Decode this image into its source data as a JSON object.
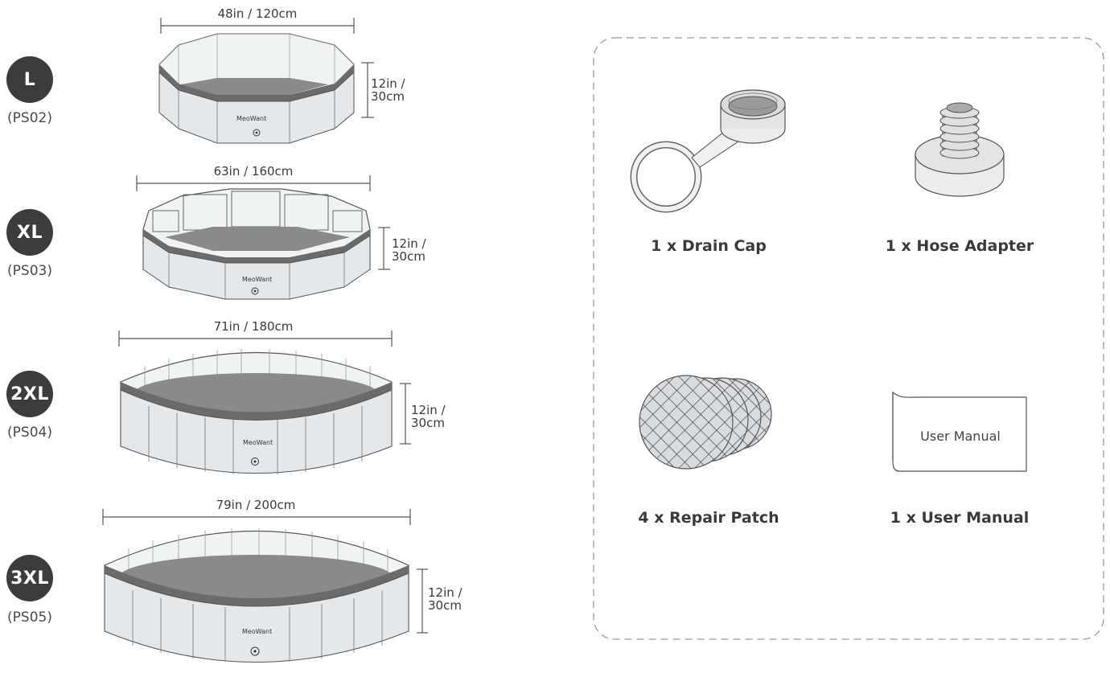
{
  "sizes": [
    {
      "badge": "L",
      "code": "(PS02)",
      "width": "48in / 120cm",
      "height_line1": "12in /",
      "height_line2": "30cm",
      "brand": "MeoWant"
    },
    {
      "badge": "XL",
      "code": "(PS03)",
      "width": "63in / 160cm",
      "height_line1": "12in /",
      "height_line2": "30cm",
      "brand": "MeoWant"
    },
    {
      "badge": "2XL",
      "code": "(PS04)",
      "width": "71in / 180cm",
      "height_line1": "12in /",
      "height_line2": "30cm",
      "brand": "MeoWant"
    },
    {
      "badge": "3XL",
      "code": "(PS05)",
      "width": "79in / 200cm",
      "height_line1": "12in /",
      "height_line2": "30cm",
      "brand": "MeoWant"
    }
  ],
  "accessories": {
    "drain_cap": "1 x Drain Cap",
    "hose_adapter": "1 x Hose Adapter",
    "repair_patch": "4 x Repair Patch",
    "user_manual": "1 x User Manual",
    "manual_cover_text": "User Manual"
  },
  "colors": {
    "badge": "#3c3c3c",
    "pool_wall": "#e4e8ea",
    "pool_floor": "#8a8a8a",
    "line": "#555555"
  }
}
